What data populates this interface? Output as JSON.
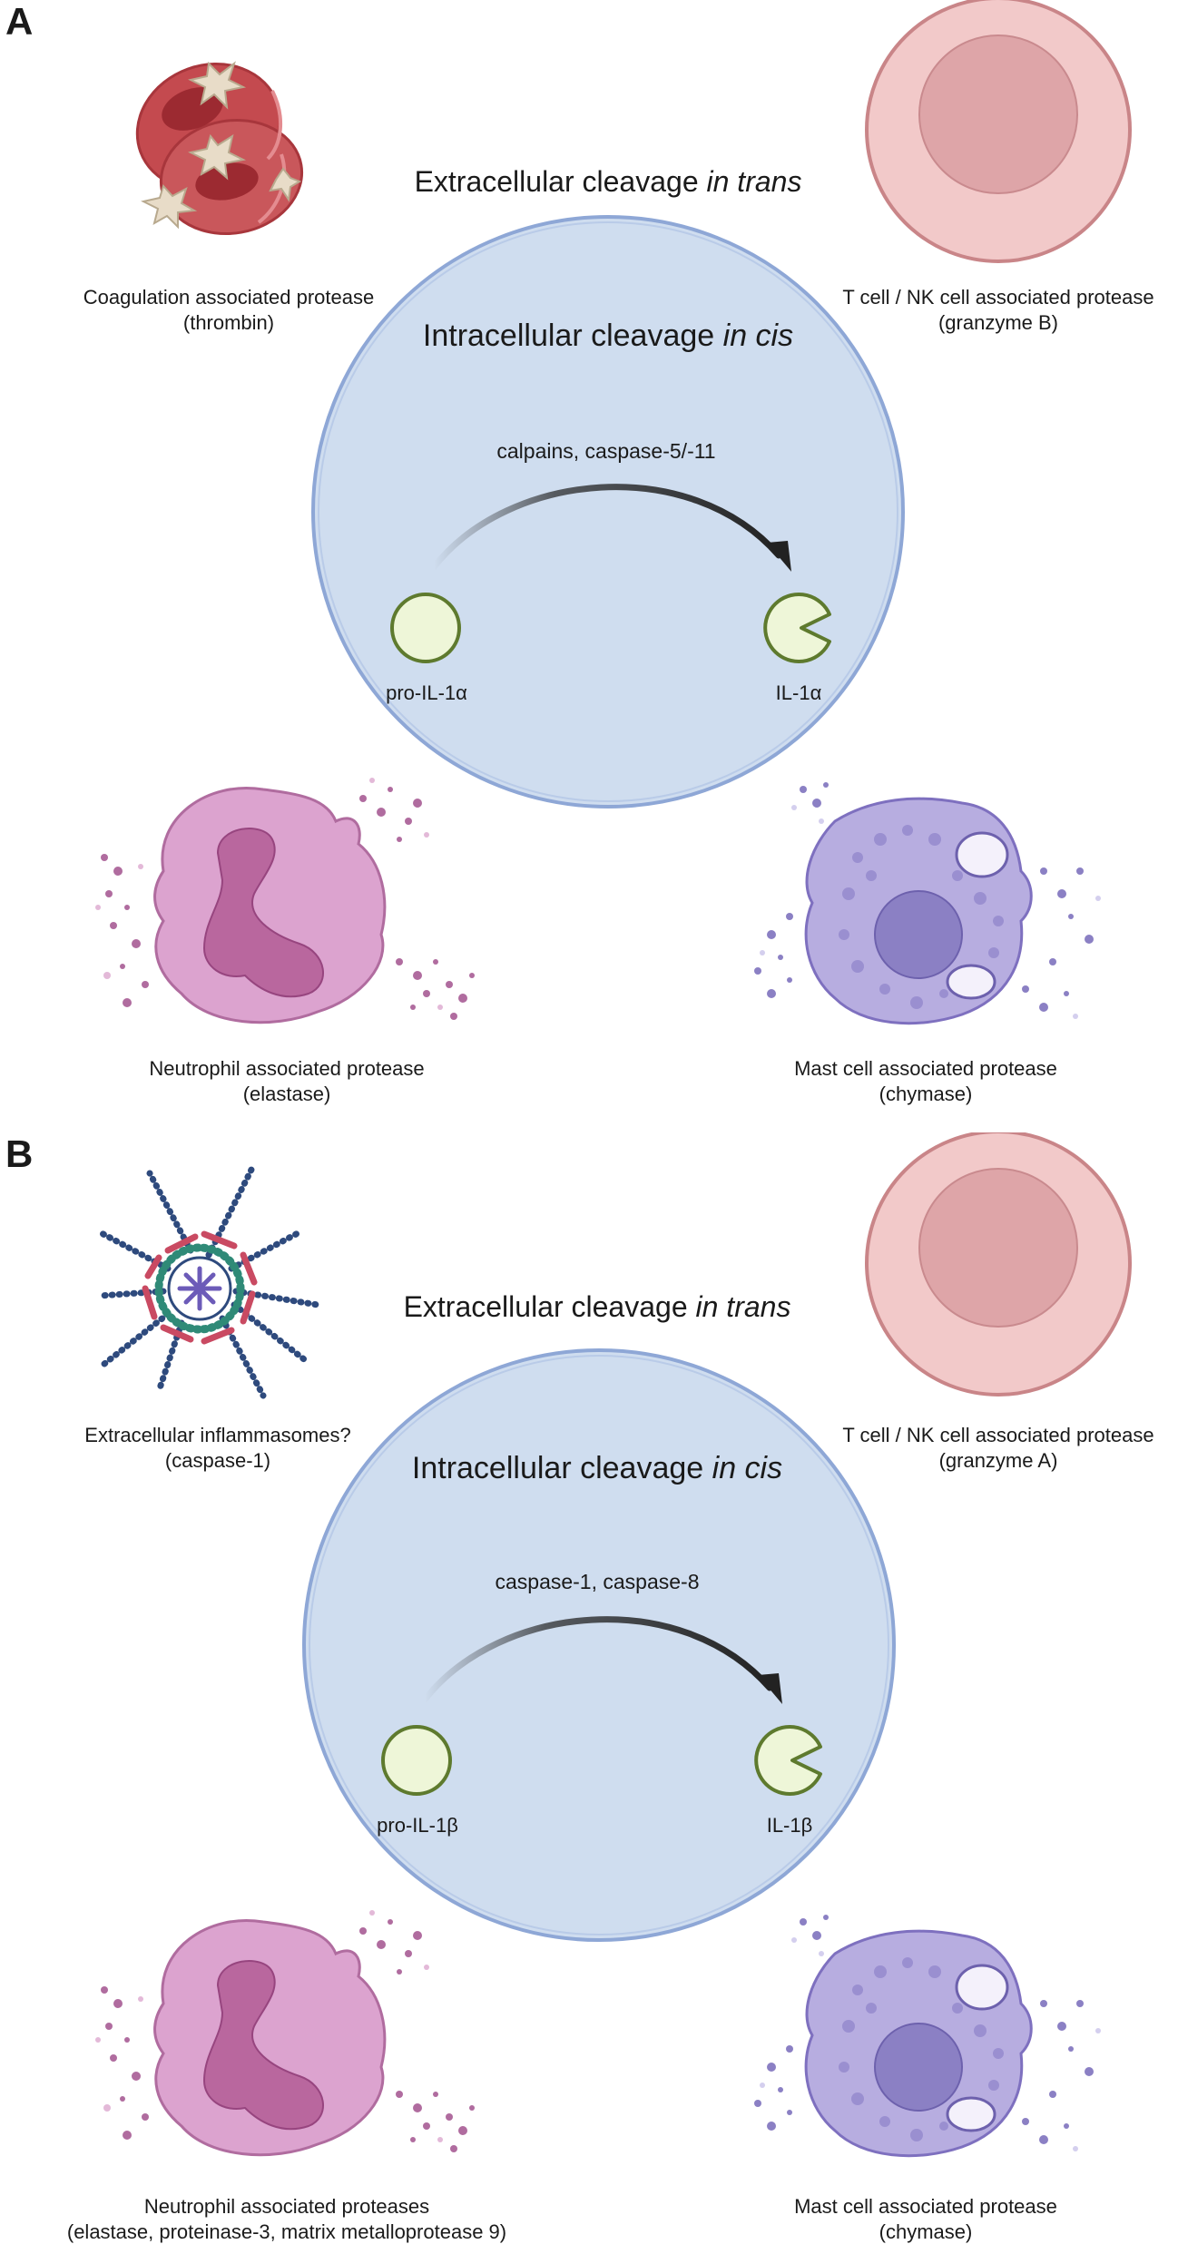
{
  "panel_a": {
    "letter": "A",
    "extracellular_title": "Extracellular cleavage",
    "extracellular_title_italic": "in trans",
    "intracellular_title": "Intracellular cleavage",
    "intracellular_title_italic": "in cis",
    "enzymes": "calpains, caspase-5/-11",
    "precursor": "pro-IL-1α",
    "product": "IL-1α",
    "top_left": {
      "line1": "Coagulation associated protease",
      "line2": "(thrombin)",
      "icon": "red-blood-cells-platelets"
    },
    "top_right": {
      "line1": "T cell / NK cell associated protease",
      "line2": "(granzyme B)",
      "icon": "t-nk-cell"
    },
    "bottom_left": {
      "line1": "Neutrophil associated protease",
      "line2": "(elastase)",
      "icon": "neutrophil"
    },
    "bottom_right": {
      "line1": "Mast cell associated protease",
      "line2": "(chymase)",
      "icon": "mast-cell"
    }
  },
  "panel_b": {
    "letter": "B",
    "extracellular_title": "Extracellular cleavage",
    "extracellular_title_italic": "in trans",
    "intracellular_title": "Intracellular cleavage",
    "intracellular_title_italic": "in cis",
    "enzymes": "caspase-1, caspase-8",
    "precursor": "pro-IL-1β",
    "product": "IL-1β",
    "top_left": {
      "line1": "Extracellular inflammasomes?",
      "line2": "(caspase-1)",
      "icon": "inflammasome"
    },
    "top_right": {
      "line1": "T cell / NK cell associated protease",
      "line2": "(granzyme A)",
      "icon": "t-nk-cell"
    },
    "bottom_left": {
      "line1": "Neutrophil associated proteases",
      "line2": "(elastase, proteinase-3, matrix metalloprotease 9)",
      "icon": "neutrophil"
    },
    "bottom_right": {
      "line1": "Mast cell associated protease",
      "line2": "(chymase)",
      "icon": "mast-cell"
    }
  },
  "colors": {
    "cell_fill": "#cfddef",
    "cell_stroke": "#8ea7d6",
    "protein_fill": "#eef6d8",
    "protein_stroke": "#5e7a2e",
    "tcell_outer": "#f2c9c9",
    "tcell_inner": "#dea5a8",
    "neutrophil": "#dca3cf",
    "neutrophil_nucleus": "#b9679e",
    "mast_cell": "#b7ade0",
    "mast_nucleus": "#8b80c4",
    "rbc": "#c44a4f",
    "platelet": "#e8dcc8"
  }
}
